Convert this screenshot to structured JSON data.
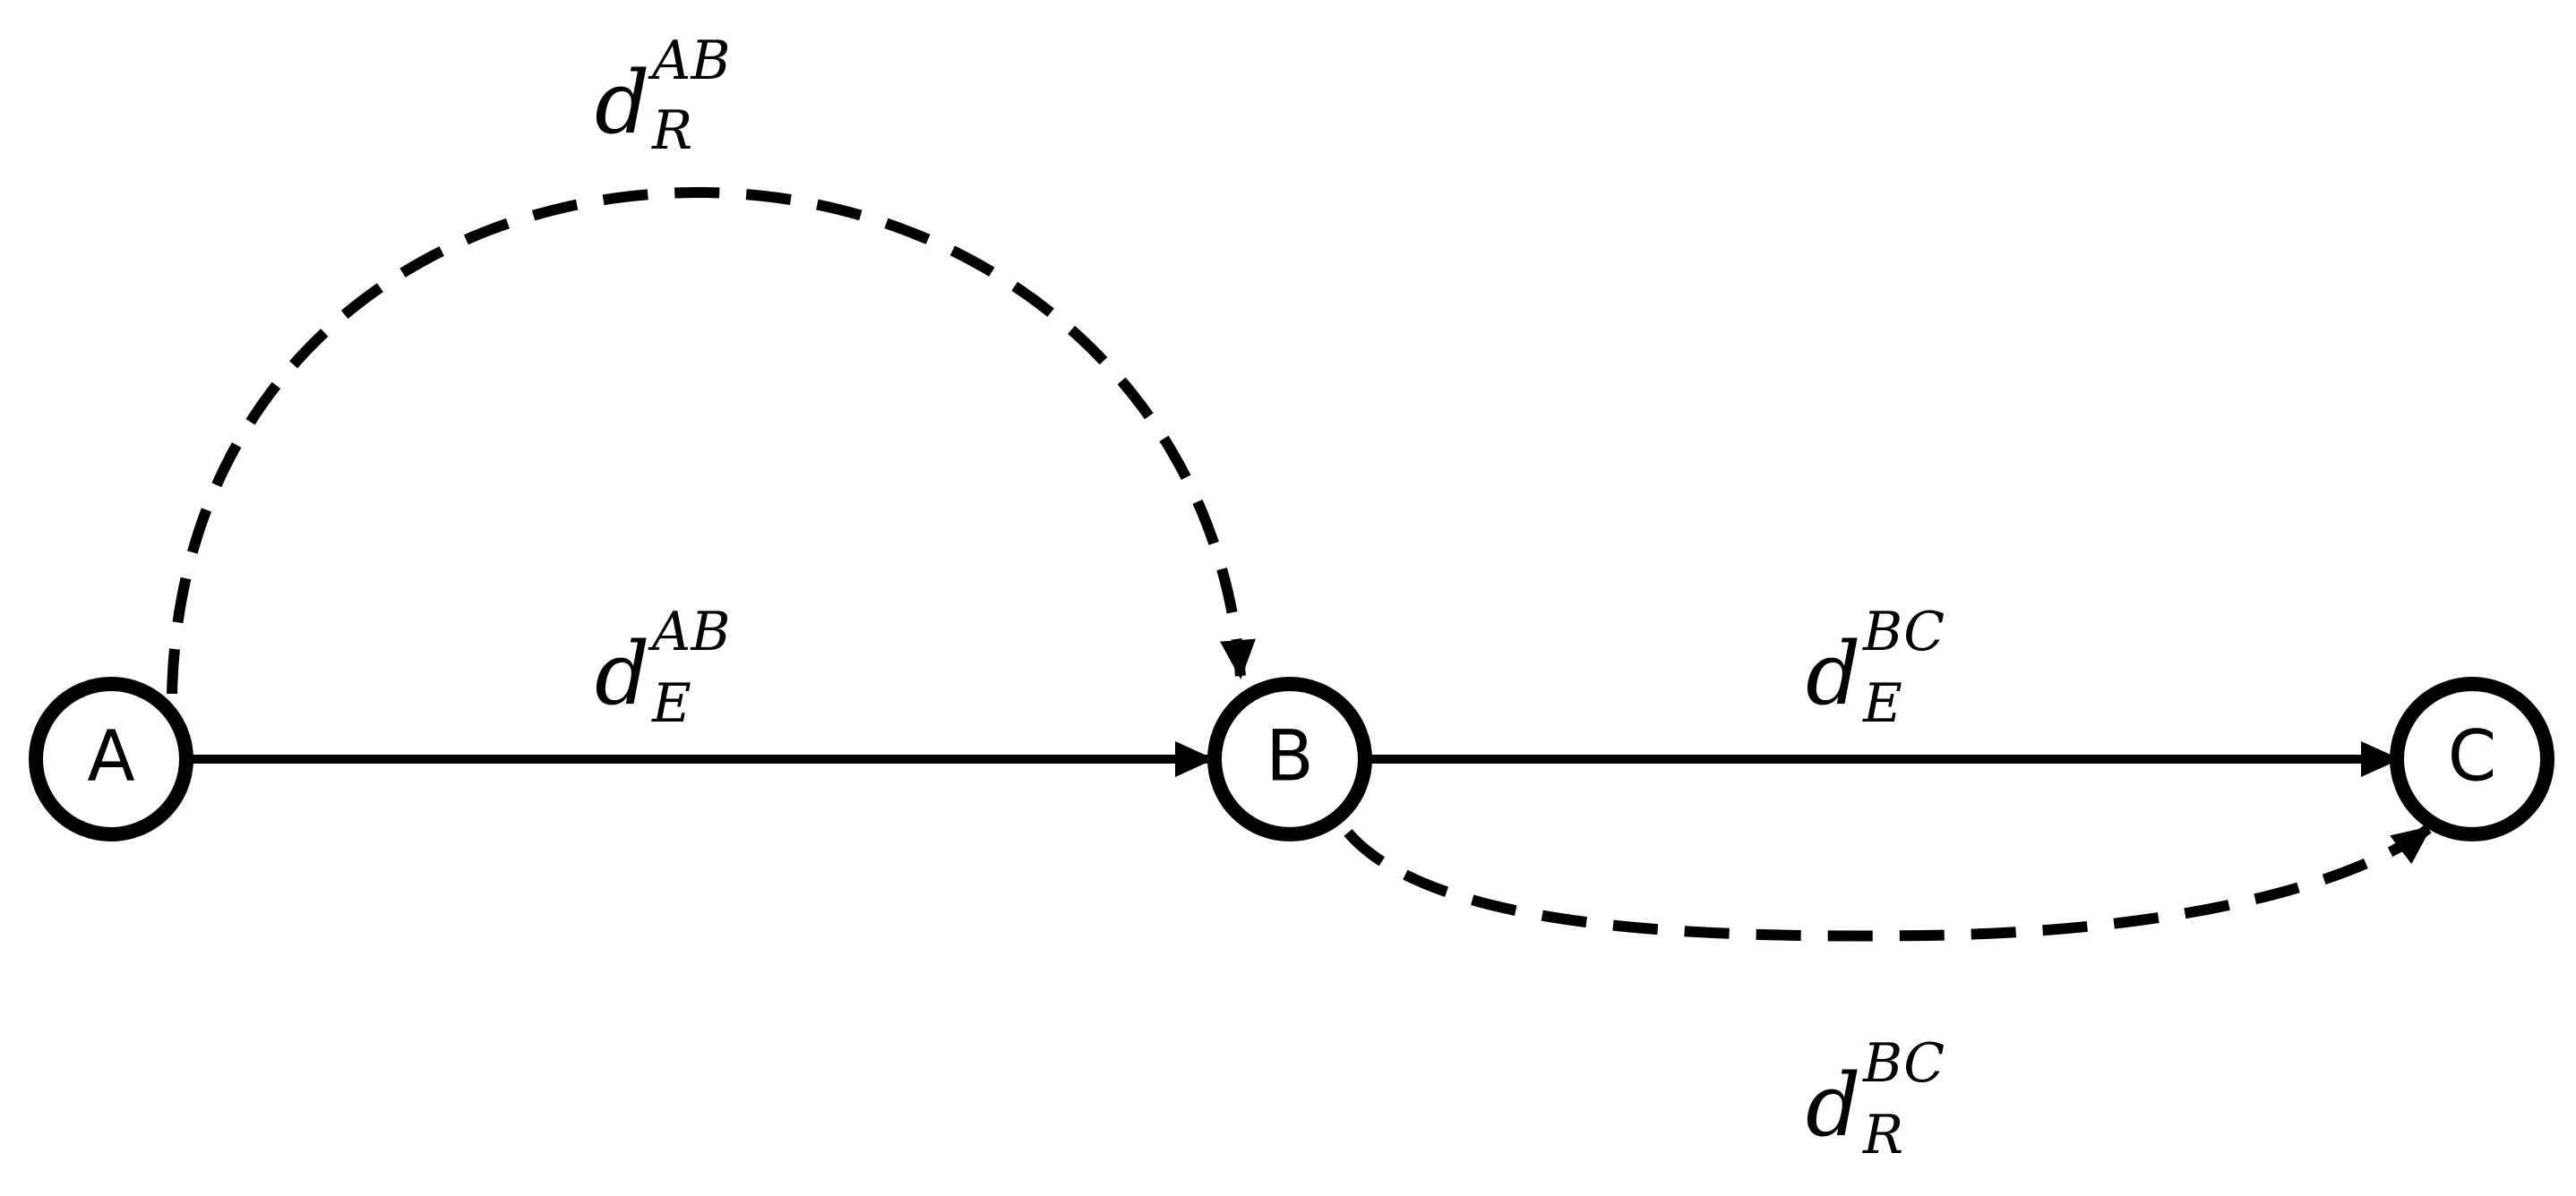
{
  "diagram": {
    "stroke_color": "#000000",
    "background_color": "#ffffff",
    "nodes": {
      "a": {
        "label": "A"
      },
      "b": {
        "label": "B"
      },
      "c": {
        "label": "C"
      }
    },
    "edges": {
      "ab_expected": {
        "main": "d",
        "sup": "AB",
        "sub": "E",
        "style": "solid"
      },
      "ab_real": {
        "main": "d",
        "sup": "AB",
        "sub": "R",
        "style": "dashed"
      },
      "bc_expected": {
        "main": "d",
        "sup": "BC",
        "sub": "E",
        "style": "solid"
      },
      "bc_real": {
        "main": "d",
        "sup": "BC",
        "sub": "R",
        "style": "dashed"
      }
    }
  }
}
